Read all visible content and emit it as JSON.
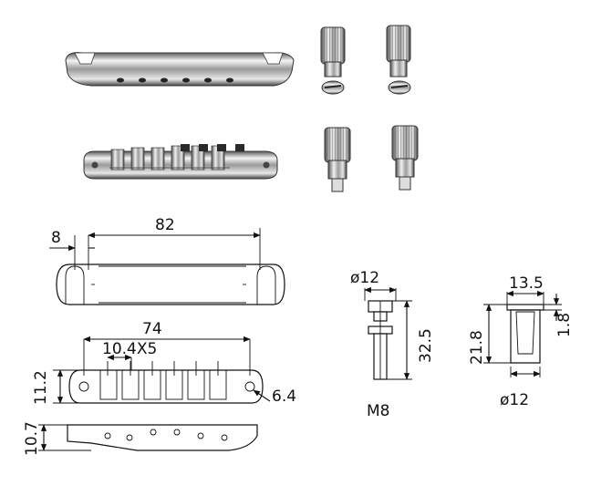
{
  "photo": {
    "parts": [
      "tailpiece",
      "bridge",
      "stud-bushing",
      "stud-bushing",
      "stud-bushing",
      "stud-bushing"
    ]
  },
  "drawing": {
    "tailpiece": {
      "width": "82",
      "end_dim": "8",
      "height": "10.7"
    },
    "bridge": {
      "length": "74",
      "saddles": "10.4X5",
      "height": "11.2",
      "hole": "6.4"
    },
    "stud": {
      "head_dia": "ø12",
      "length": "32.5",
      "thread": "M8"
    },
    "bushing": {
      "top_dia": "13.5",
      "flange": "1.8",
      "height": "21.8",
      "dia": "ø12"
    }
  },
  "colors": {
    "line": "#111111",
    "chrome_dark": "#3a3a3a",
    "chrome_light": "#f2f2f2",
    "background": "#ffffff"
  }
}
